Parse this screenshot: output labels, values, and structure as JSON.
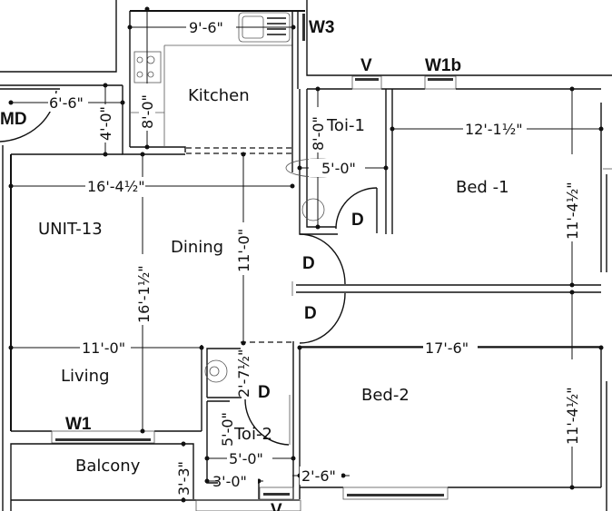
{
  "plan": {
    "unit_label": "UNIT-13",
    "rooms": {
      "kitchen": "Kitchen",
      "dining": "Dining",
      "living": "Living",
      "balcony": "Balcony",
      "bed1": "Bed -1",
      "bed2": "Bed-2",
      "toilet1": "Toi-1",
      "toilet2": "Toi-2"
    },
    "openings": {
      "main_door": "MD",
      "w3": "W3",
      "v_top": "V",
      "w1b": "W1b",
      "w1": "W1",
      "v_bottom": "V",
      "door_toi1": "D",
      "door_bed1": "D",
      "door_bed2": "D",
      "door_toi2": "D"
    },
    "dimensions": {
      "kitchen_width": "9'-6\"",
      "kitchen_depth": "8'-0\"",
      "entry_width": "6'-6\"",
      "entry_depth": "4'-0\"",
      "dining_width": "16'-4½\"",
      "dining_depth": "11'-0\"",
      "living_depth": "16'-1½\"",
      "living_width": "11'-0\"",
      "toi1_depth": "8'-0\"",
      "toi1_width": "5'-0\"",
      "bed1_width": "12'-1½\"",
      "bed1_depth": "11'-4½\"",
      "bed2_width": "17'-6\"",
      "bed2_depth": "11'-4½\"",
      "toi2_upper": "2'-7½\"",
      "toi2_depth": "5'-0\"",
      "toi2_width": "5'-0\"",
      "toi2_lower": "3'-0\"",
      "bed2_door_offset": "2'-6\"",
      "balcony_depth": "3'-3\""
    }
  }
}
